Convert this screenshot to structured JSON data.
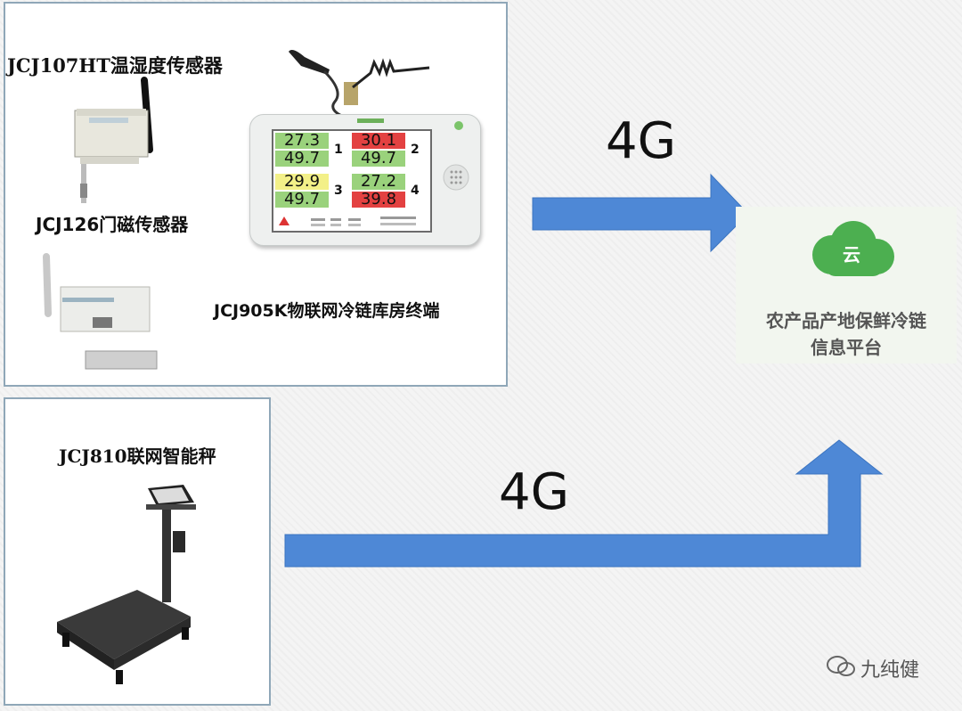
{
  "labels": {
    "temp_sensor": "JCJ107HT温湿度传感器",
    "door_sensor": "JCJ126门磁传感器",
    "terminal": "JCJ905K物联网冷链库房终端",
    "scale": "JCJ810联网智能秤",
    "arrow_top": "4G",
    "arrow_bottom": "4G"
  },
  "cloud": {
    "icon_char": "云",
    "line1": "农产品产地保鲜冷链",
    "line2": "信息平台",
    "color": "#4caf50"
  },
  "device_screen": {
    "ch1_temp": "27.3",
    "ch1_hum": "49.7",
    "ch2_temp": "30.1",
    "ch2_hum": "49.7",
    "ch3_temp": "29.9",
    "ch3_hum": "49.7",
    "ch4_temp": "27.2",
    "ch4_hum": "39.8",
    "ch1": "1",
    "ch2": "2",
    "ch3": "3",
    "ch4": "4"
  },
  "watermark": "九纯健",
  "colors": {
    "arrow": "#4e88d6",
    "arrow_edge": "#3b74c0",
    "panel_border": "#8fa7b8"
  }
}
